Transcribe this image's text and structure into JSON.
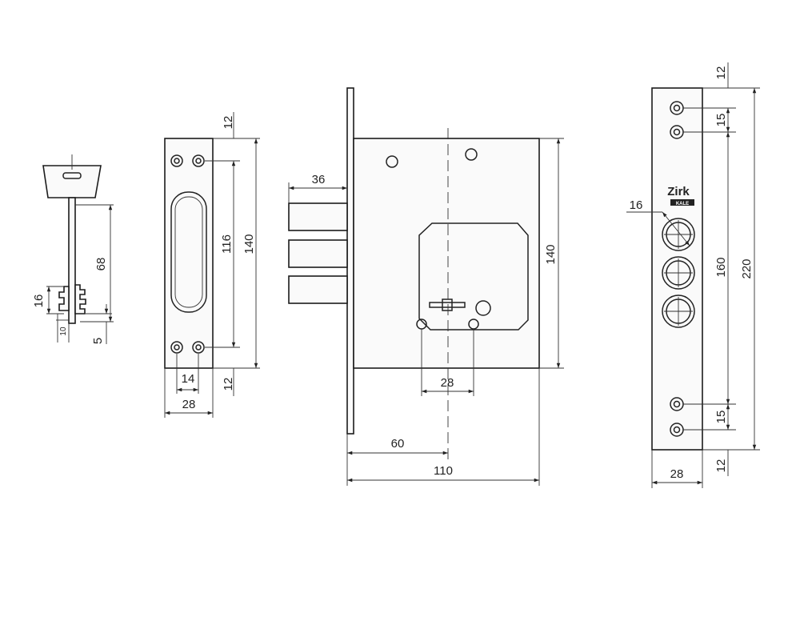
{
  "key": {
    "dims": {
      "length": "68",
      "bit_height": "16",
      "bit_width": "10",
      "tip": "5"
    }
  },
  "strike_plate": {
    "dims": {
      "top_margin": "12",
      "hole_spacing": "116",
      "height": "140",
      "bottom_margin": "12",
      "hole_pitch": "14",
      "width": "28"
    }
  },
  "lock_body": {
    "dims": {
      "bolt_throw": "36",
      "height": "140",
      "cylinder_spacing": "28",
      "backset": "60",
      "depth": "110"
    }
  },
  "faceplate": {
    "logo_text": "Zirk",
    "logo_sub": "KALE",
    "dims": {
      "top_margin": "12",
      "screw_spacing_top": "15",
      "hole_diameter": "16",
      "height_inner": "160",
      "height_total": "220",
      "screw_spacing_bottom": "15",
      "bottom_margin": "12",
      "width": "28"
    }
  }
}
